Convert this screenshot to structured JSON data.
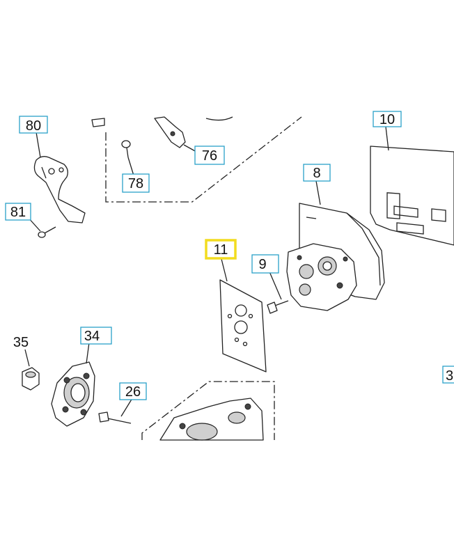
{
  "callouts": {
    "c80": "80",
    "c76": "76",
    "c78": "78",
    "c81": "81",
    "c10": "10",
    "c8": "8",
    "c11": "11",
    "c9": "9",
    "c35": "35",
    "c34": "34",
    "c26": "26",
    "c3": "3"
  },
  "highlighted_callout": "11",
  "colors": {
    "callout_border": "#2aa0c8",
    "highlight_border": "#f2dc1f",
    "line": "#222222"
  }
}
